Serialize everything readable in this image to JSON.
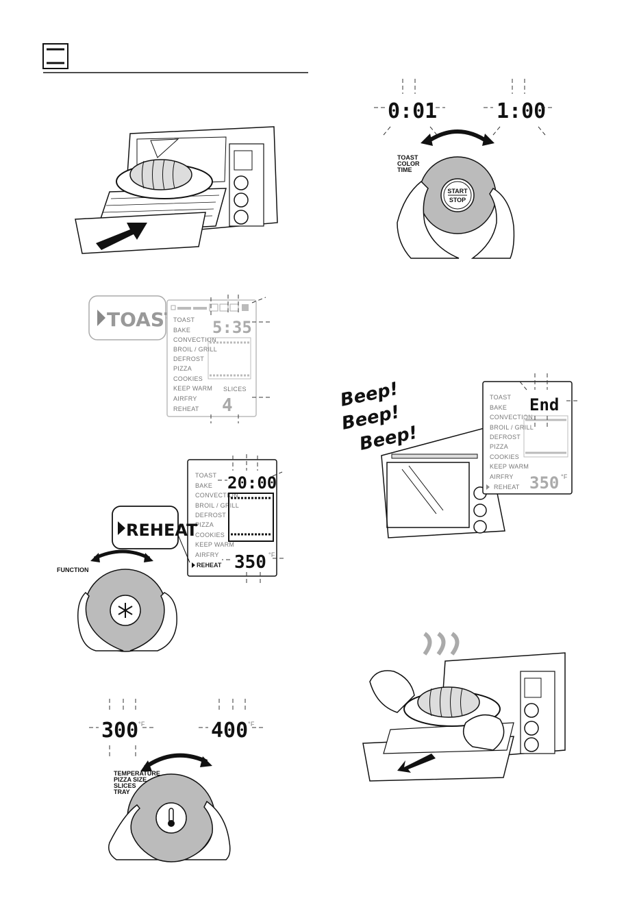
{
  "toast_panel": {
    "callout": "TOAST",
    "time": "5:35",
    "slices_label": "SLICES",
    "slices_value": "4",
    "functions": [
      "TOAST",
      "BAKE",
      "CONVECTION",
      "BROIL / GRILL",
      "DEFROST",
      "PIZZA",
      "COOKIES",
      "KEEP WARM",
      "AIRFRY",
      "REHEAT"
    ],
    "selected": "TOAST"
  },
  "reheat_panel": {
    "callout": "REHEAT",
    "time": "20:00",
    "temp": "350",
    "unit": "°F",
    "functions": [
      "TOAST",
      "BAKE",
      "CONVECTION",
      "BROIL / GRILL",
      "DEFROST",
      "PIZZA",
      "COOKIES",
      "KEEP WARM",
      "AIRFRY",
      "REHEAT"
    ],
    "selected": "REHEAT",
    "dial_label": "FUNCTION"
  },
  "temp_dial": {
    "low": "300",
    "high": "400",
    "unit": "°F",
    "labels": [
      "TEMPERATURE",
      "PIZZA SIZE",
      "SLICES",
      "TRAY"
    ]
  },
  "time_dial": {
    "low": "0:01",
    "high": "1:00",
    "labels": [
      "TOAST",
      "COLOR",
      "TIME"
    ],
    "button_top": "START",
    "button_bottom": "STOP"
  },
  "end_panel": {
    "beeps": [
      "Beep!",
      "Beep!",
      "Beep!"
    ],
    "status": "End",
    "temp": "350",
    "unit": "°F",
    "functions": [
      "TOAST",
      "BAKE",
      "CONVECTION",
      "BROIL / GRILL",
      "DEFROST",
      "PIZZA",
      "COOKIES",
      "KEEP WARM",
      "AIRFRY",
      "REHEAT"
    ],
    "selected": "REHEAT"
  }
}
